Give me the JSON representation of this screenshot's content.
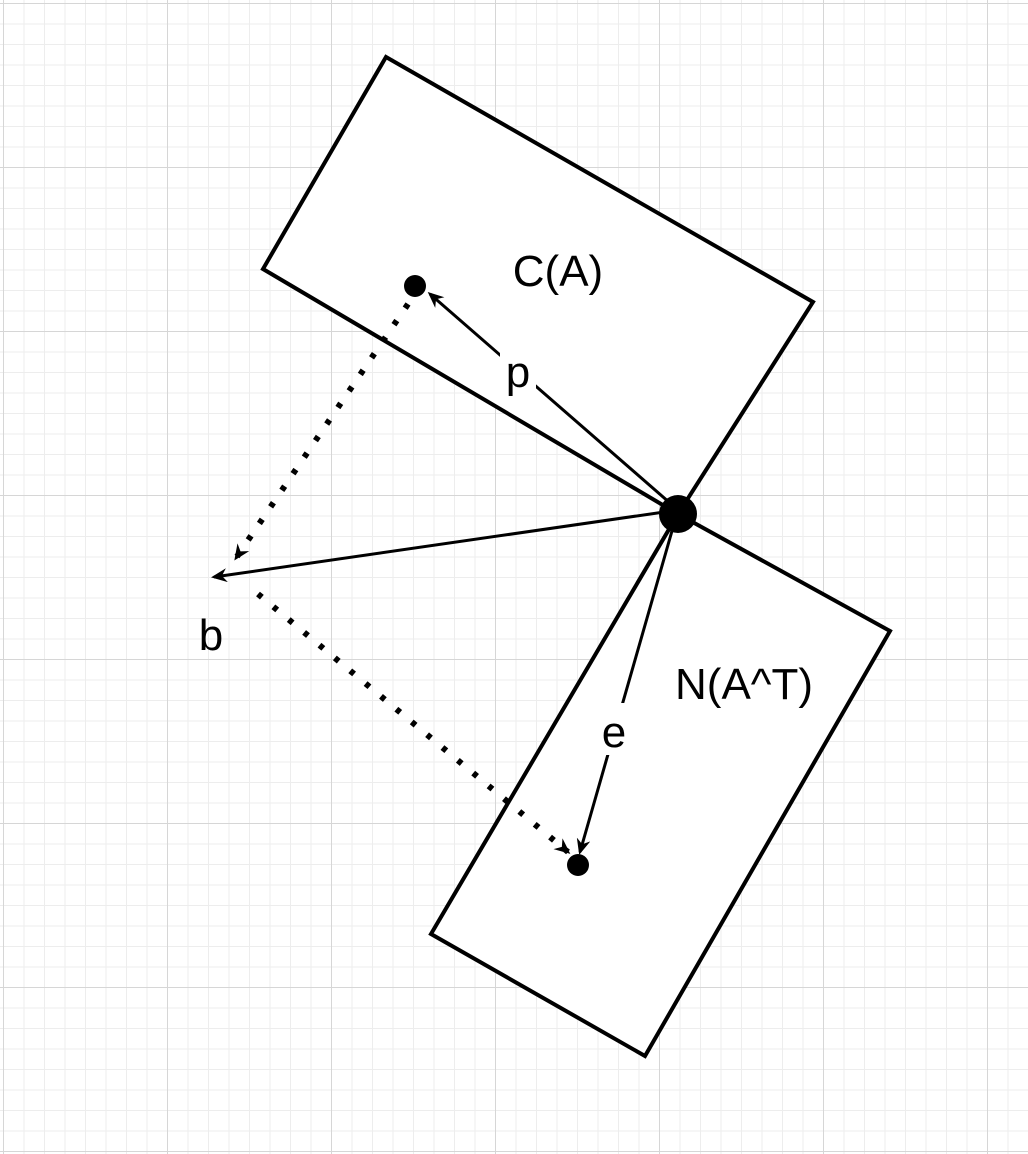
{
  "diagram": {
    "labels": {
      "column_space": "C(A)",
      "left_nullspace": "N(A^T)",
      "projection": "p",
      "error": "e",
      "vector_b": "b"
    },
    "colors": {
      "stroke": "#000000",
      "fill": "#ffffff",
      "grid_major": "#d6d6d6",
      "grid_minor": "#ededed"
    }
  }
}
